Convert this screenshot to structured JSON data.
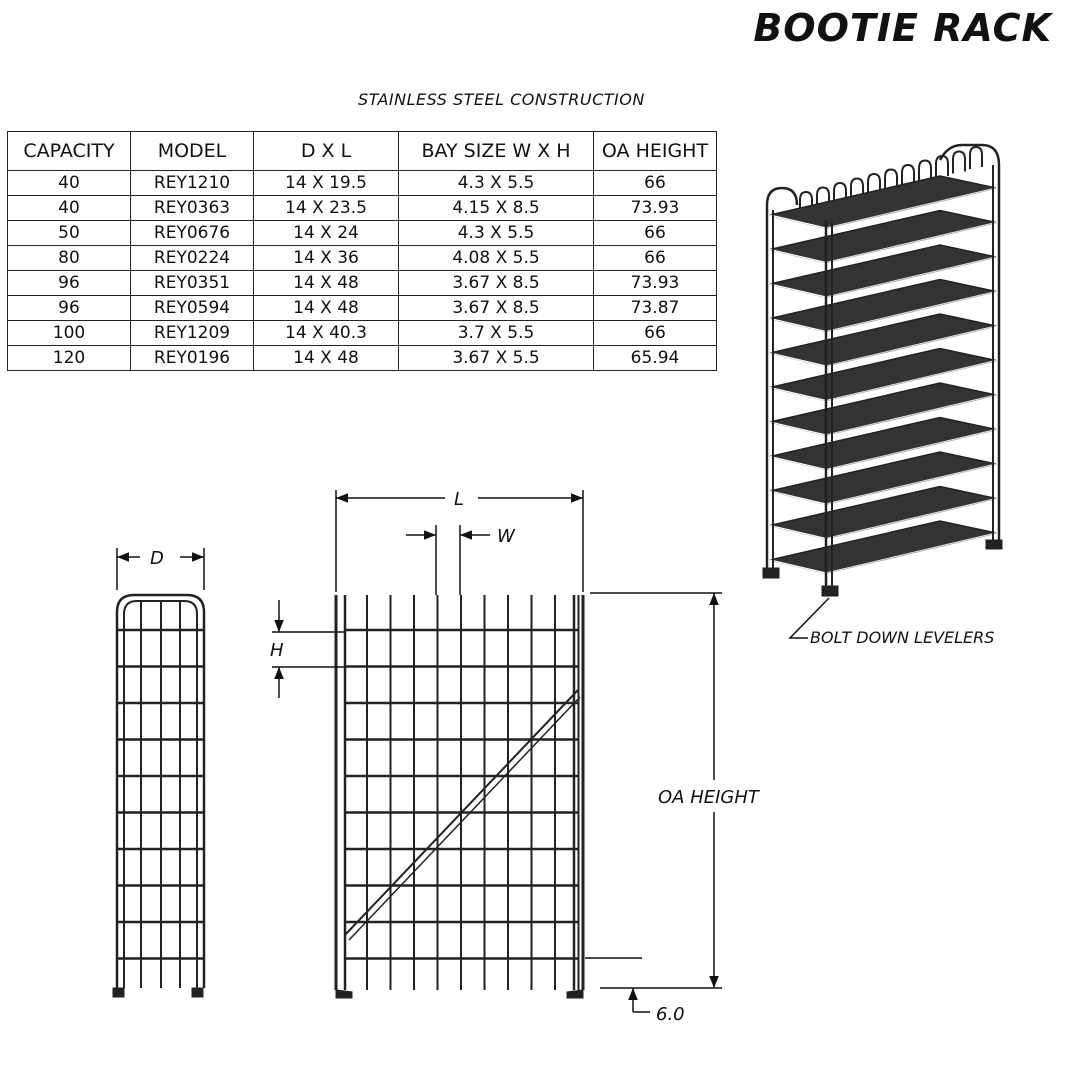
{
  "title": "BOOTIE RACK",
  "subtitle": "STAINLESS STEEL CONSTRUCTION",
  "table": {
    "headers": [
      "CAPACITY",
      "MODEL",
      "D X L",
      "BAY SIZE W X H",
      "OA HEIGHT"
    ],
    "rows": [
      [
        "40",
        "REY1210",
        "14 X 19.5",
        "4.3 X 5.5",
        "66"
      ],
      [
        "40",
        "REY0363",
        "14 X 23.5",
        "4.15 X 8.5",
        "73.93"
      ],
      [
        "50",
        "REY0676",
        "14 X 24",
        "4.3 X 5.5",
        "66"
      ],
      [
        "80",
        "REY0224",
        "14 X 36",
        "4.08 X 5.5",
        "66"
      ],
      [
        "96",
        "REY0351",
        "14 X 48",
        "3.67 X 8.5",
        "73.93"
      ],
      [
        "96",
        "REY0594",
        "14 X 48",
        "3.67 X 8.5",
        "73.87"
      ],
      [
        "100",
        "REY1209",
        "14 X 40.3",
        "3.7 X 5.5",
        "66"
      ],
      [
        "120",
        "REY0196",
        "14 X 48",
        "3.67 X 5.5",
        "65.94"
      ]
    ]
  },
  "labels": {
    "d": "D",
    "l": "L",
    "w": "W",
    "h": "H",
    "oa_height": "OA HEIGHT",
    "foot_height": "6.0",
    "levelers": "BOLT DOWN LEVELERS"
  }
}
